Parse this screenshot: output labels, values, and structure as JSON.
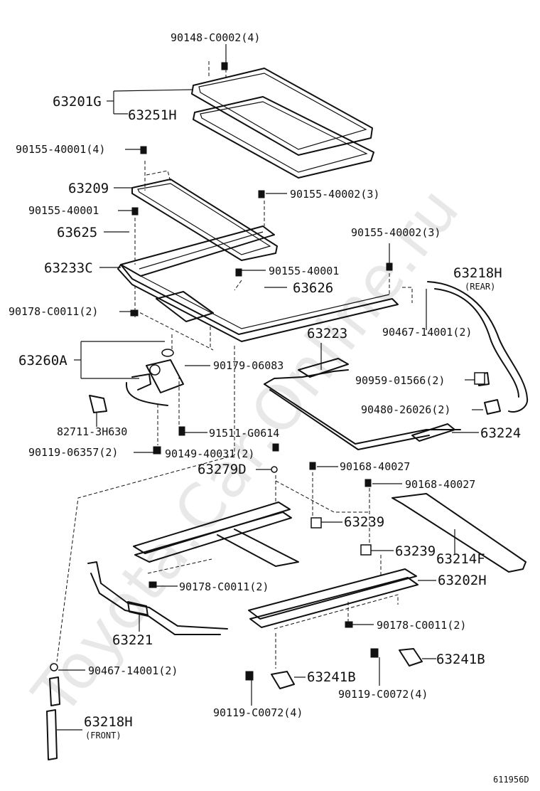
{
  "watermark": "Toyota.Car.Online.ru",
  "diagram_code": "611956D",
  "labels": [
    {
      "id": "l1",
      "text": "90148-C0002(4)"
    },
    {
      "id": "l2",
      "text": "63201G"
    },
    {
      "id": "l3",
      "text": "63251H"
    },
    {
      "id": "l4",
      "text": "90155-40001(4)"
    },
    {
      "id": "l5",
      "text": "63209"
    },
    {
      "id": "l6",
      "text": "90155-40002(3)"
    },
    {
      "id": "l7",
      "text": "90155-40001"
    },
    {
      "id": "l8",
      "text": "63625"
    },
    {
      "id": "l9",
      "text": "90155-40002(3)"
    },
    {
      "id": "l10",
      "text": "63233C"
    },
    {
      "id": "l11",
      "text": "90155-40001"
    },
    {
      "id": "l12",
      "text": "63218H"
    },
    {
      "id": "l13",
      "text": "(REAR)"
    },
    {
      "id": "l14",
      "text": "63626"
    },
    {
      "id": "l15",
      "text": "90178-C0011(2)"
    },
    {
      "id": "l16",
      "text": "90467-14001(2)"
    },
    {
      "id": "l17",
      "text": "63223"
    },
    {
      "id": "l18",
      "text": "63260A"
    },
    {
      "id": "l19",
      "text": "90179-06083"
    },
    {
      "id": "l20",
      "text": "90959-01566(2)"
    },
    {
      "id": "l21",
      "text": "90480-26026(2)"
    },
    {
      "id": "l22",
      "text": "82711-3H630"
    },
    {
      "id": "l23",
      "text": "91511-G0614"
    },
    {
      "id": "l24",
      "text": "63224"
    },
    {
      "id": "l25",
      "text": "90119-06357(2)"
    },
    {
      "id": "l26",
      "text": "90149-40031(2)"
    },
    {
      "id": "l27",
      "text": "63279D"
    },
    {
      "id": "l28",
      "text": "90168-40027"
    },
    {
      "id": "l29",
      "text": "90168-40027"
    },
    {
      "id": "l30",
      "text": "63239"
    },
    {
      "id": "l31",
      "text": "63239"
    },
    {
      "id": "l32",
      "text": "63214F"
    },
    {
      "id": "l33",
      "text": "90178-C0011(2)"
    },
    {
      "id": "l34",
      "text": "63202H"
    },
    {
      "id": "l35",
      "text": "90178-C0011(2)"
    },
    {
      "id": "l36",
      "text": "63221"
    },
    {
      "id": "l37",
      "text": "63241B"
    },
    {
      "id": "l38",
      "text": "90467-14001(2)"
    },
    {
      "id": "l39",
      "text": "63241B"
    },
    {
      "id": "l40",
      "text": "90119-C0072(4)"
    },
    {
      "id": "l41",
      "text": "63218H"
    },
    {
      "id": "l42",
      "text": "(FRONT)"
    },
    {
      "id": "l43",
      "text": "90119-C0072(4)"
    }
  ]
}
